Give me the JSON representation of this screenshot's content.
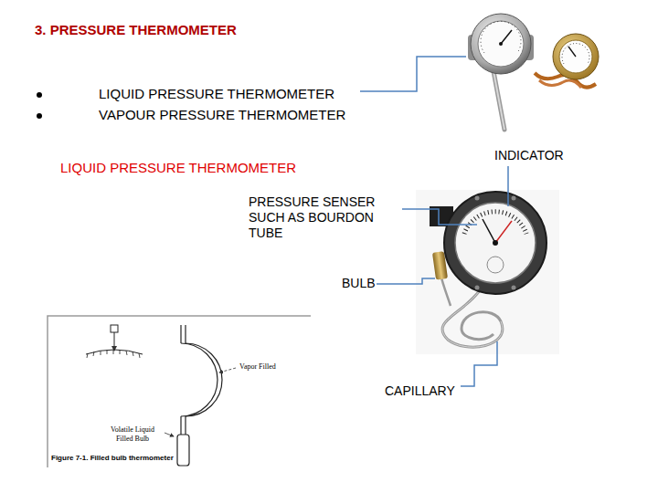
{
  "diagram": {
    "title": "3. PRESSURE THERMOMETER",
    "caption": "Figure 7-1. Filled bulb thermometer",
    "labels": [
      "LIQUID PRESSURE THERMOMETER",
      "VAPOUR PRESSURE THERMOMETER",
      "INDICATOR",
      "LIQUID PRESSURE THERMOMETER",
      "PRESSURE SENSER SUCH AS BOURDON TUBE",
      "BULB",
      "CAPILLARY",
      "Vapor Filled",
      "Volatile Liquid Filled Bulb"
    ]
  }
}
